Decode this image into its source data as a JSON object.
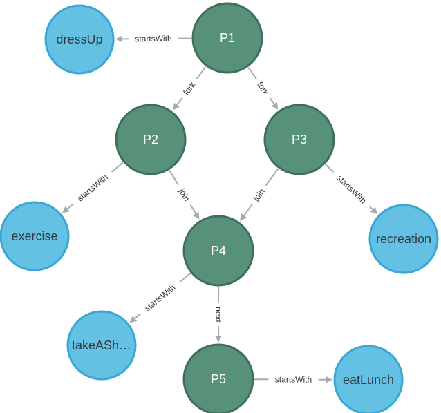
{
  "colors": {
    "process_fill": "#57917a",
    "process_stroke": "#3f6e5b",
    "process_text": "#ffffff",
    "activity_fill": "#65c1e4",
    "activity_stroke": "#3aa6d3",
    "activity_text": "#2f3a40",
    "edge": "#a5abb6"
  },
  "nodes": [
    {
      "id": "p1",
      "label": "P1",
      "kind": "process"
    },
    {
      "id": "p2",
      "label": "P2",
      "kind": "process"
    },
    {
      "id": "p3",
      "label": "P3",
      "kind": "process"
    },
    {
      "id": "p4",
      "label": "P4",
      "kind": "process"
    },
    {
      "id": "p5",
      "label": "P5",
      "kind": "process"
    },
    {
      "id": "dressUp",
      "label": "dressUp",
      "kind": "activity"
    },
    {
      "id": "exercise",
      "label": "exercise",
      "kind": "activity"
    },
    {
      "id": "recreation",
      "label": "recreation",
      "kind": "activity"
    },
    {
      "id": "takeAShower",
      "label": "takeASh…",
      "kind": "activity"
    },
    {
      "id": "eatLunch",
      "label": "eatLunch",
      "kind": "activity"
    }
  ],
  "edges": [
    {
      "from": "p1",
      "to": "dressUp",
      "label": "startsWith"
    },
    {
      "from": "p1",
      "to": "p2",
      "label": "fork"
    },
    {
      "from": "p1",
      "to": "p3",
      "label": "fork"
    },
    {
      "from": "p2",
      "to": "exercise",
      "label": "startsWith"
    },
    {
      "from": "p2",
      "to": "p4",
      "label": "join"
    },
    {
      "from": "p3",
      "to": "p4",
      "label": "join"
    },
    {
      "from": "p3",
      "to": "recreation",
      "label": "startsWith"
    },
    {
      "from": "p4",
      "to": "takeAShower",
      "label": "startsWith"
    },
    {
      "from": "p4",
      "to": "p5",
      "label": "next"
    },
    {
      "from": "p5",
      "to": "eatLunch",
      "label": "startsWith"
    }
  ]
}
